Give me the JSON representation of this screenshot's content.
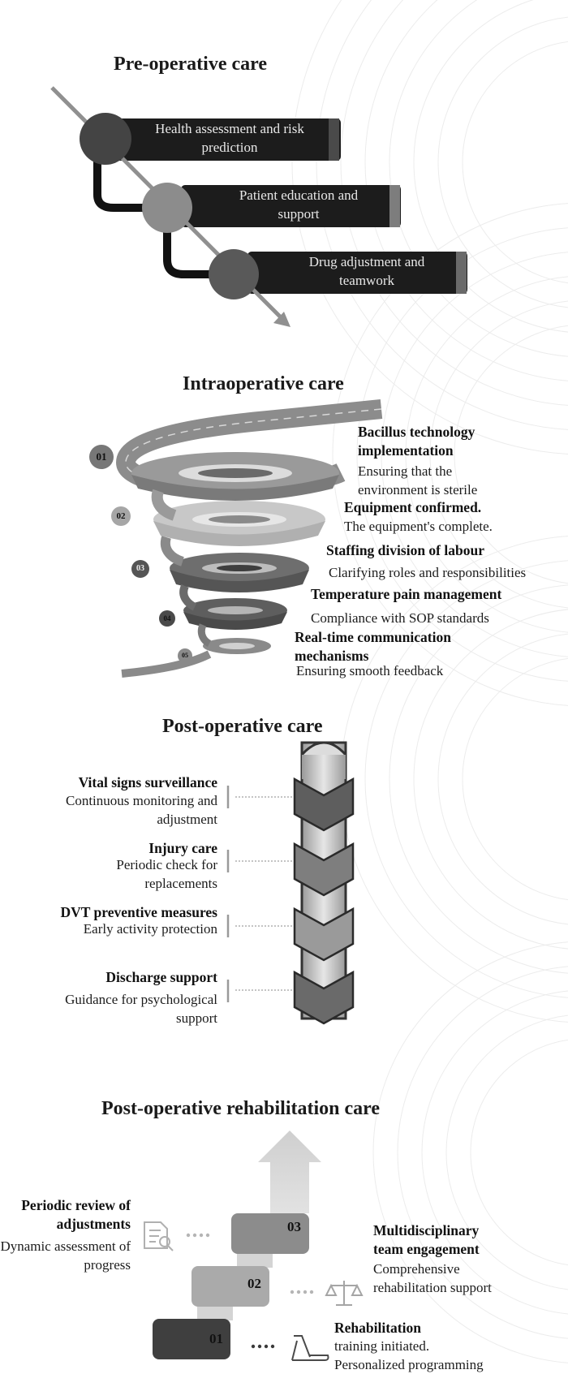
{
  "sections": {
    "pre": {
      "title": "Pre-operative care",
      "steps": [
        {
          "label": "Health assessment and risk prediction"
        },
        {
          "label": "Patient education and support"
        },
        {
          "label": "Drug adjustment and teamwork"
        }
      ]
    },
    "intra": {
      "title": "Intraoperative care",
      "steps": [
        {
          "num": "01",
          "title": "Bacillus technology implementation",
          "desc": "Ensuring that the environment is sterile"
        },
        {
          "num": "02",
          "title": "Equipment confirmed.",
          "desc": "The equipment's complete."
        },
        {
          "num": "03",
          "title": "Staffing division of labour",
          "desc": "Clarifying roles and responsibilities"
        },
        {
          "num": "04",
          "title": "Temperature pain management",
          "desc": "Compliance with SOP standards"
        },
        {
          "num": "05",
          "title": "Real-time communication mechanisms",
          "desc": "Ensuring smooth feedback"
        }
      ]
    },
    "post": {
      "title": "Post-operative care",
      "steps": [
        {
          "title": "Vital signs surveillance",
          "desc": "Continuous monitoring and adjustment"
        },
        {
          "title": "Injury care",
          "desc": "Periodic check for replacements"
        },
        {
          "title": "DVT preventive measures",
          "desc": "Early activity protection"
        },
        {
          "title": "Discharge support",
          "desc": "Guidance for psychological support"
        }
      ]
    },
    "rehab": {
      "title": "Post-operative rehabilitation care",
      "steps": [
        {
          "num": "01",
          "title": "Rehabilitation",
          "desc": "training initiated. Personalized programming",
          "icon": "treadmill-icon"
        },
        {
          "num": "02",
          "title": "Multidisciplinary team engagement",
          "desc": "Comprehensive rehabilitation support",
          "icon": "balance-scale-icon"
        },
        {
          "num": "03",
          "title": "Periodic review of adjustments",
          "desc": "Dynamic assessment of progress",
          "icon": "document-search-icon"
        }
      ]
    }
  }
}
